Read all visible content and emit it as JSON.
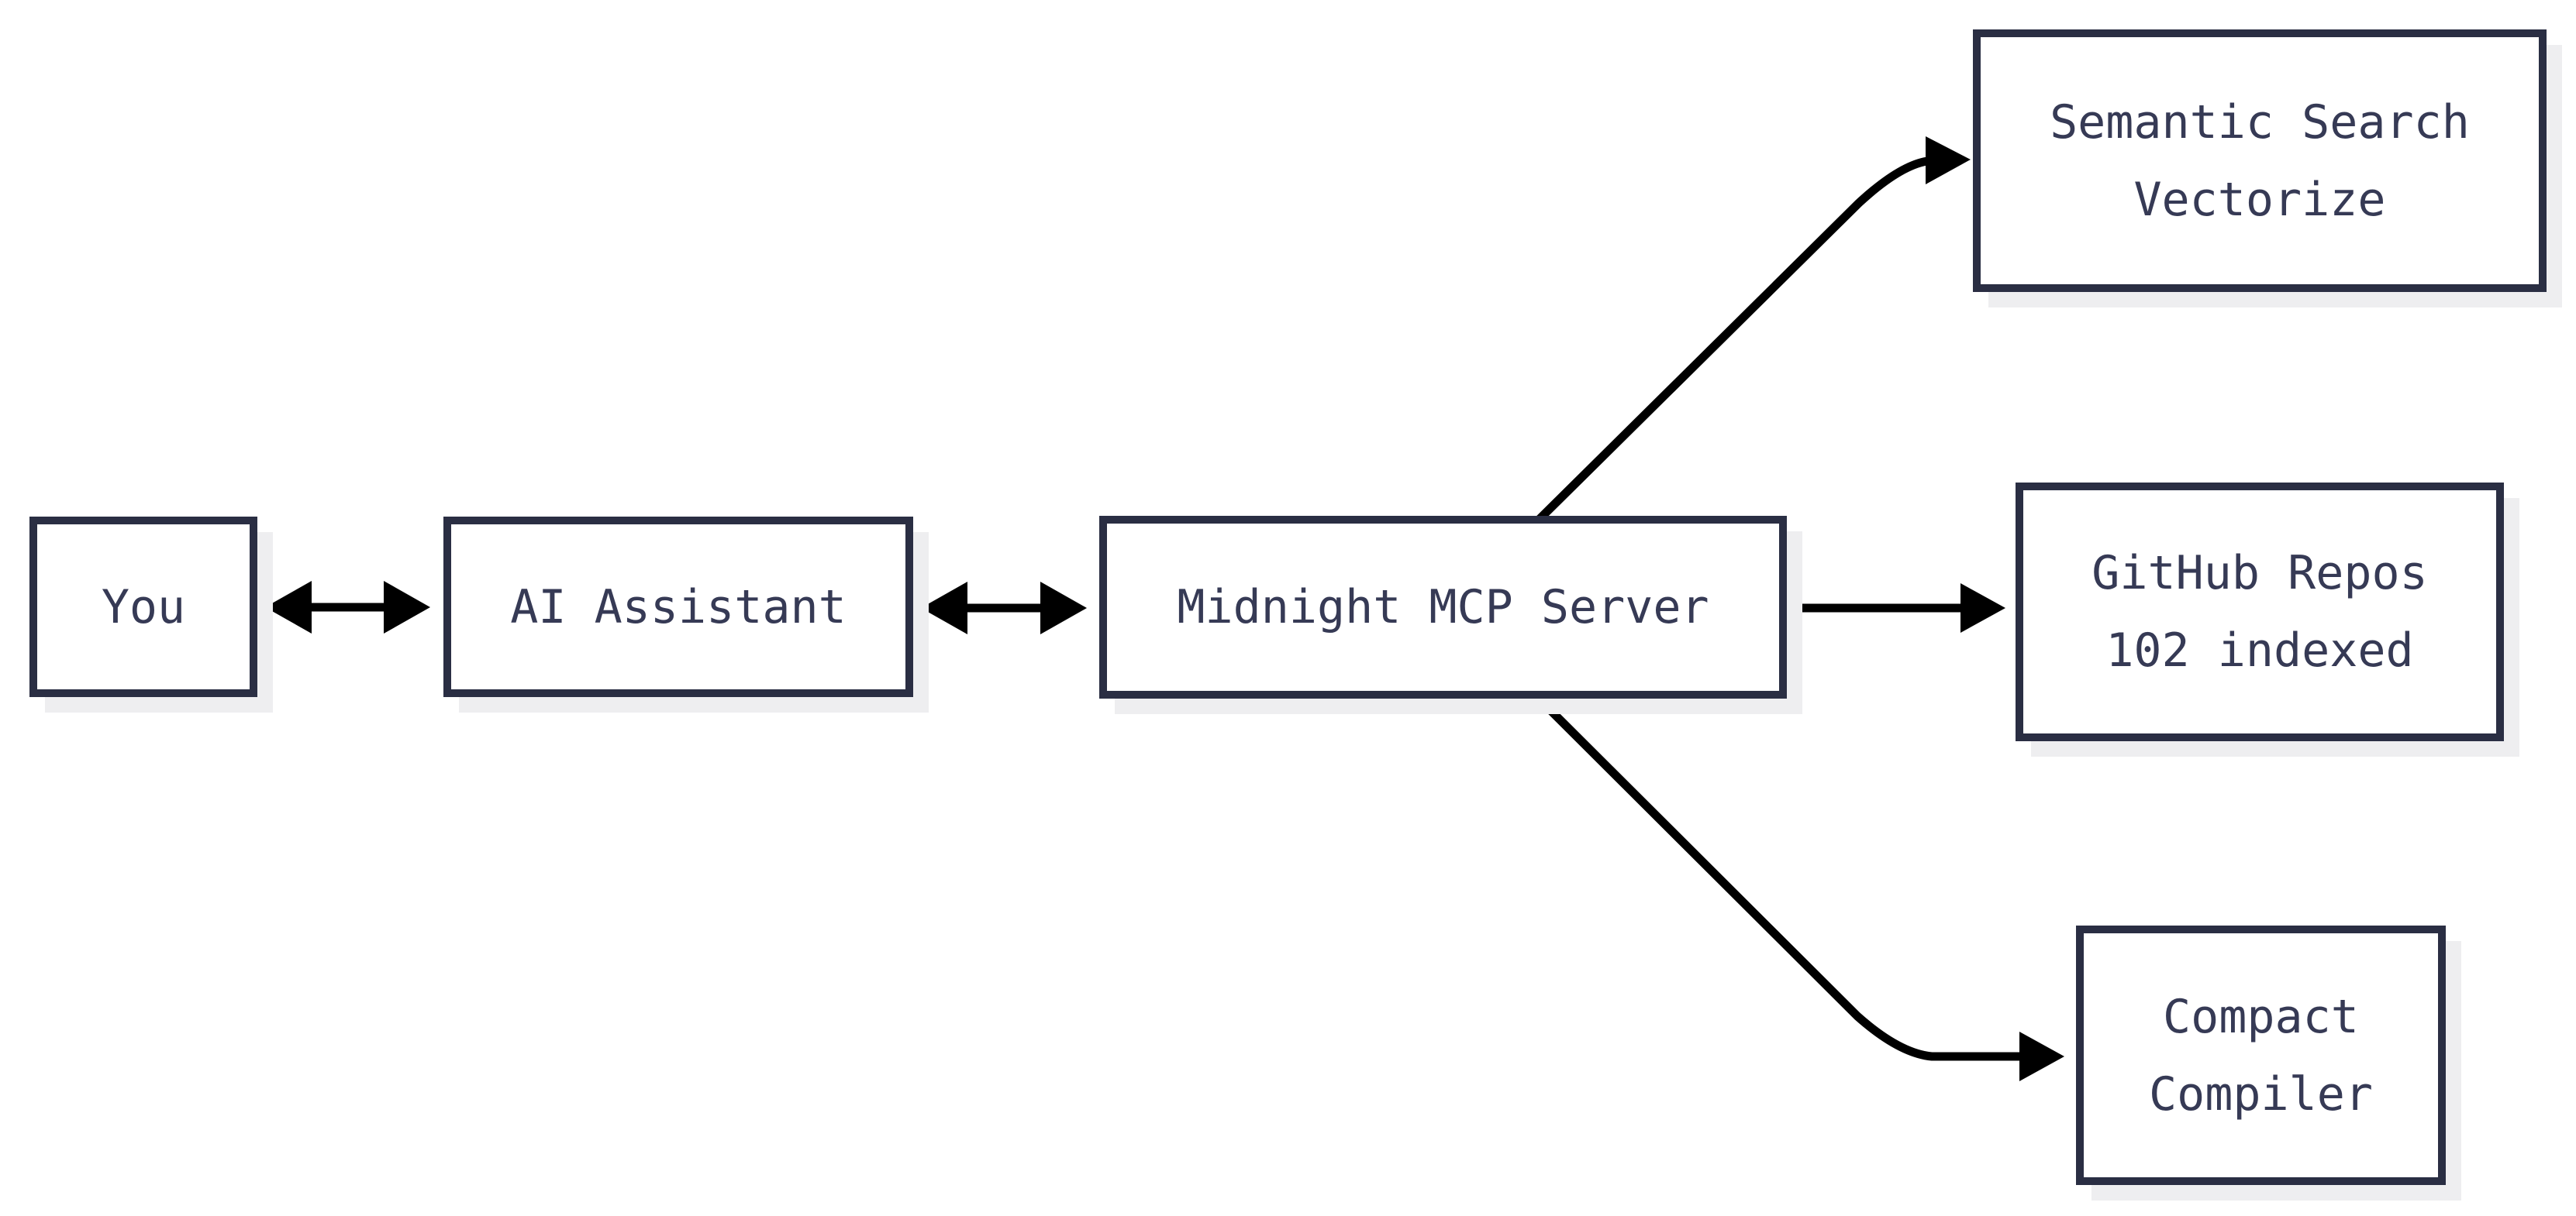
{
  "diagram": {
    "nodes": {
      "you": {
        "label": "You"
      },
      "ai_assistant": {
        "label": "AI Assistant"
      },
      "mcp_server": {
        "label": "Midnight MCP Server"
      },
      "semantic_search": {
        "label": "Semantic Search\nVectorize"
      },
      "github_repos": {
        "label": "GitHub Repos\n102 indexed"
      },
      "compact_compiler": {
        "label": "Compact\nCompiler"
      }
    },
    "edges": [
      {
        "from": "you",
        "to": "ai_assistant",
        "direction": "bidirectional"
      },
      {
        "from": "ai_assistant",
        "to": "mcp_server",
        "direction": "bidirectional"
      },
      {
        "from": "mcp_server",
        "to": "semantic_search",
        "direction": "forward"
      },
      {
        "from": "mcp_server",
        "to": "github_repos",
        "direction": "forward"
      },
      {
        "from": "mcp_server",
        "to": "compact_compiler",
        "direction": "forward"
      }
    ],
    "colors": {
      "background": "#ffffff",
      "node_fill": "#ffffff",
      "node_border": "#2a2e43",
      "node_text": "#363a55",
      "arrow": "#000000",
      "shadow": "#eeeef0"
    }
  }
}
